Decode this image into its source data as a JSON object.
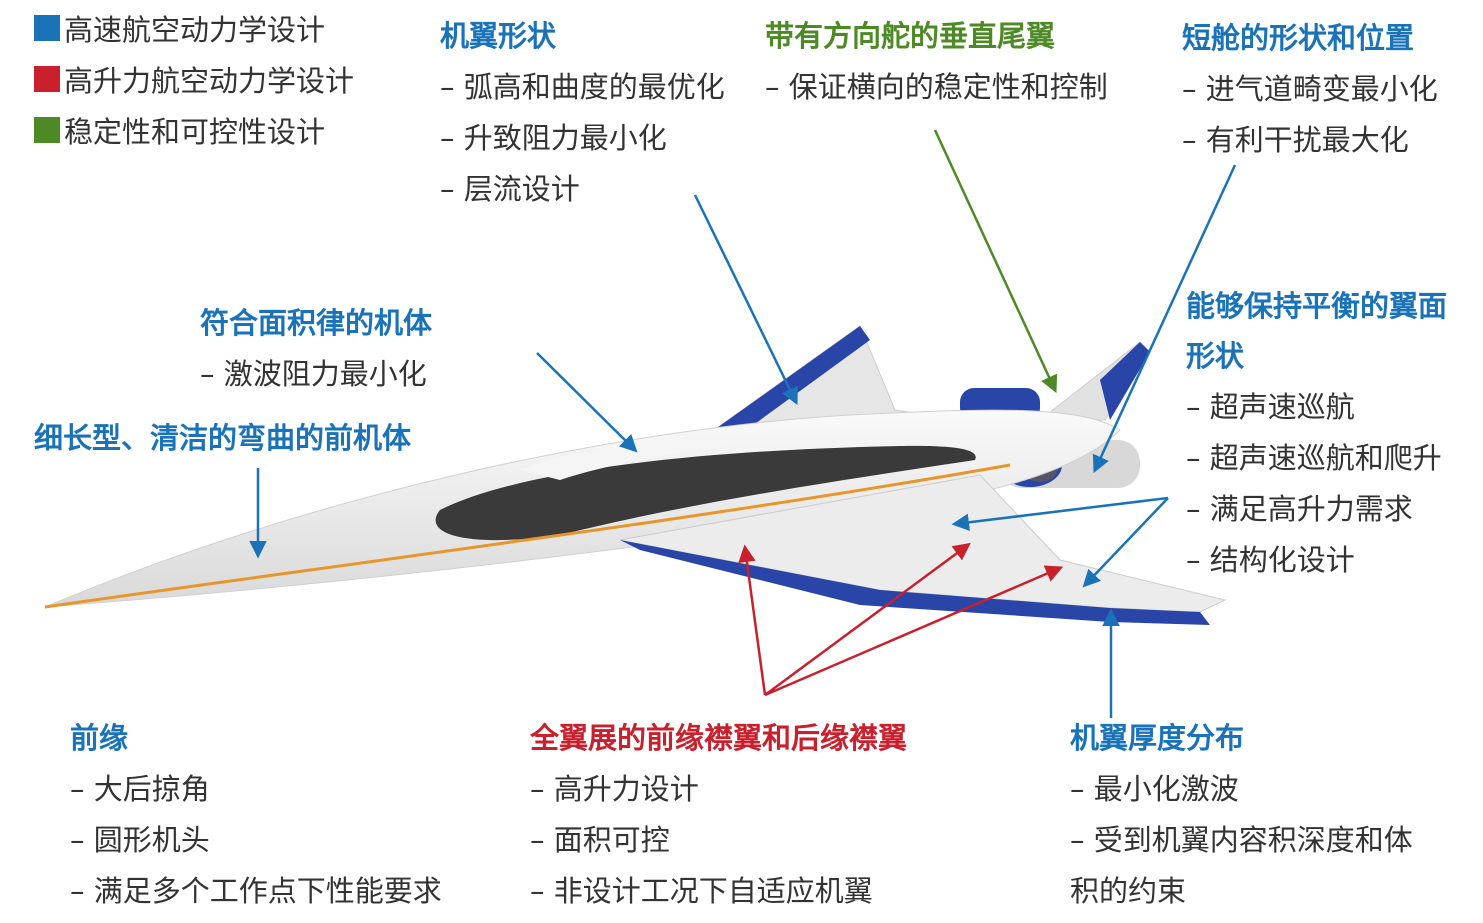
{
  "colors": {
    "blue": "#1a73b8",
    "red": "#c8202c",
    "green": "#4d8a26",
    "aircraft_body": "#eeeeee",
    "aircraft_blue": "#2a45a8",
    "stripe": "#e8952a"
  },
  "legend": [
    {
      "label": "高速航空动力学设计",
      "color": "#1a73b8"
    },
    {
      "label": "高升力航空动力学设计",
      "color": "#c8202c"
    },
    {
      "label": "稳定性和可控性设计",
      "color": "#4d8a26"
    }
  ],
  "annotations": {
    "wing_shape": {
      "title": "机翼形状",
      "items": [
        "– 弧高和曲度的最优化",
        "– 升致阻力最小化",
        "– 层流设计"
      ]
    },
    "vertical_tail": {
      "title": "带有方向舵的垂直尾翼",
      "items": [
        "– 保证横向的稳定性和控制"
      ]
    },
    "nacelle": {
      "title": "短舱的形状和位置",
      "items": [
        "– 进气道畸变最小化",
        "– 有利干扰最大化"
      ]
    },
    "area_rule": {
      "title": "符合面积律的机体",
      "items": [
        "– 激波阻力最小化"
      ]
    },
    "forebody": {
      "title": "细长型、清洁的弯曲的前机体",
      "items": []
    },
    "balanced_wing": {
      "title_lines": [
        "能够保持平衡的翼面",
        "形状"
      ],
      "items": [
        "– 超声速巡航",
        "– 超声速巡航和爬升",
        "– 满足高升力需求",
        "– 结构化设计"
      ]
    },
    "leading_edge": {
      "title": "前缘",
      "items": [
        "– 大后掠角",
        "– 圆形机头",
        "– 满足多个工作点下性能要求"
      ]
    },
    "flaps": {
      "title": "全翼展的前缘襟翼和后缘襟翼",
      "items": [
        "– 高升力设计",
        "– 面积可控",
        "– 非设计工况下自适应机翼"
      ]
    },
    "thickness": {
      "title": "机翼厚度分布",
      "items": [
        "– 最小化激波",
        "– 受到机翼内容积深度和体",
        "积的约束"
      ]
    }
  }
}
